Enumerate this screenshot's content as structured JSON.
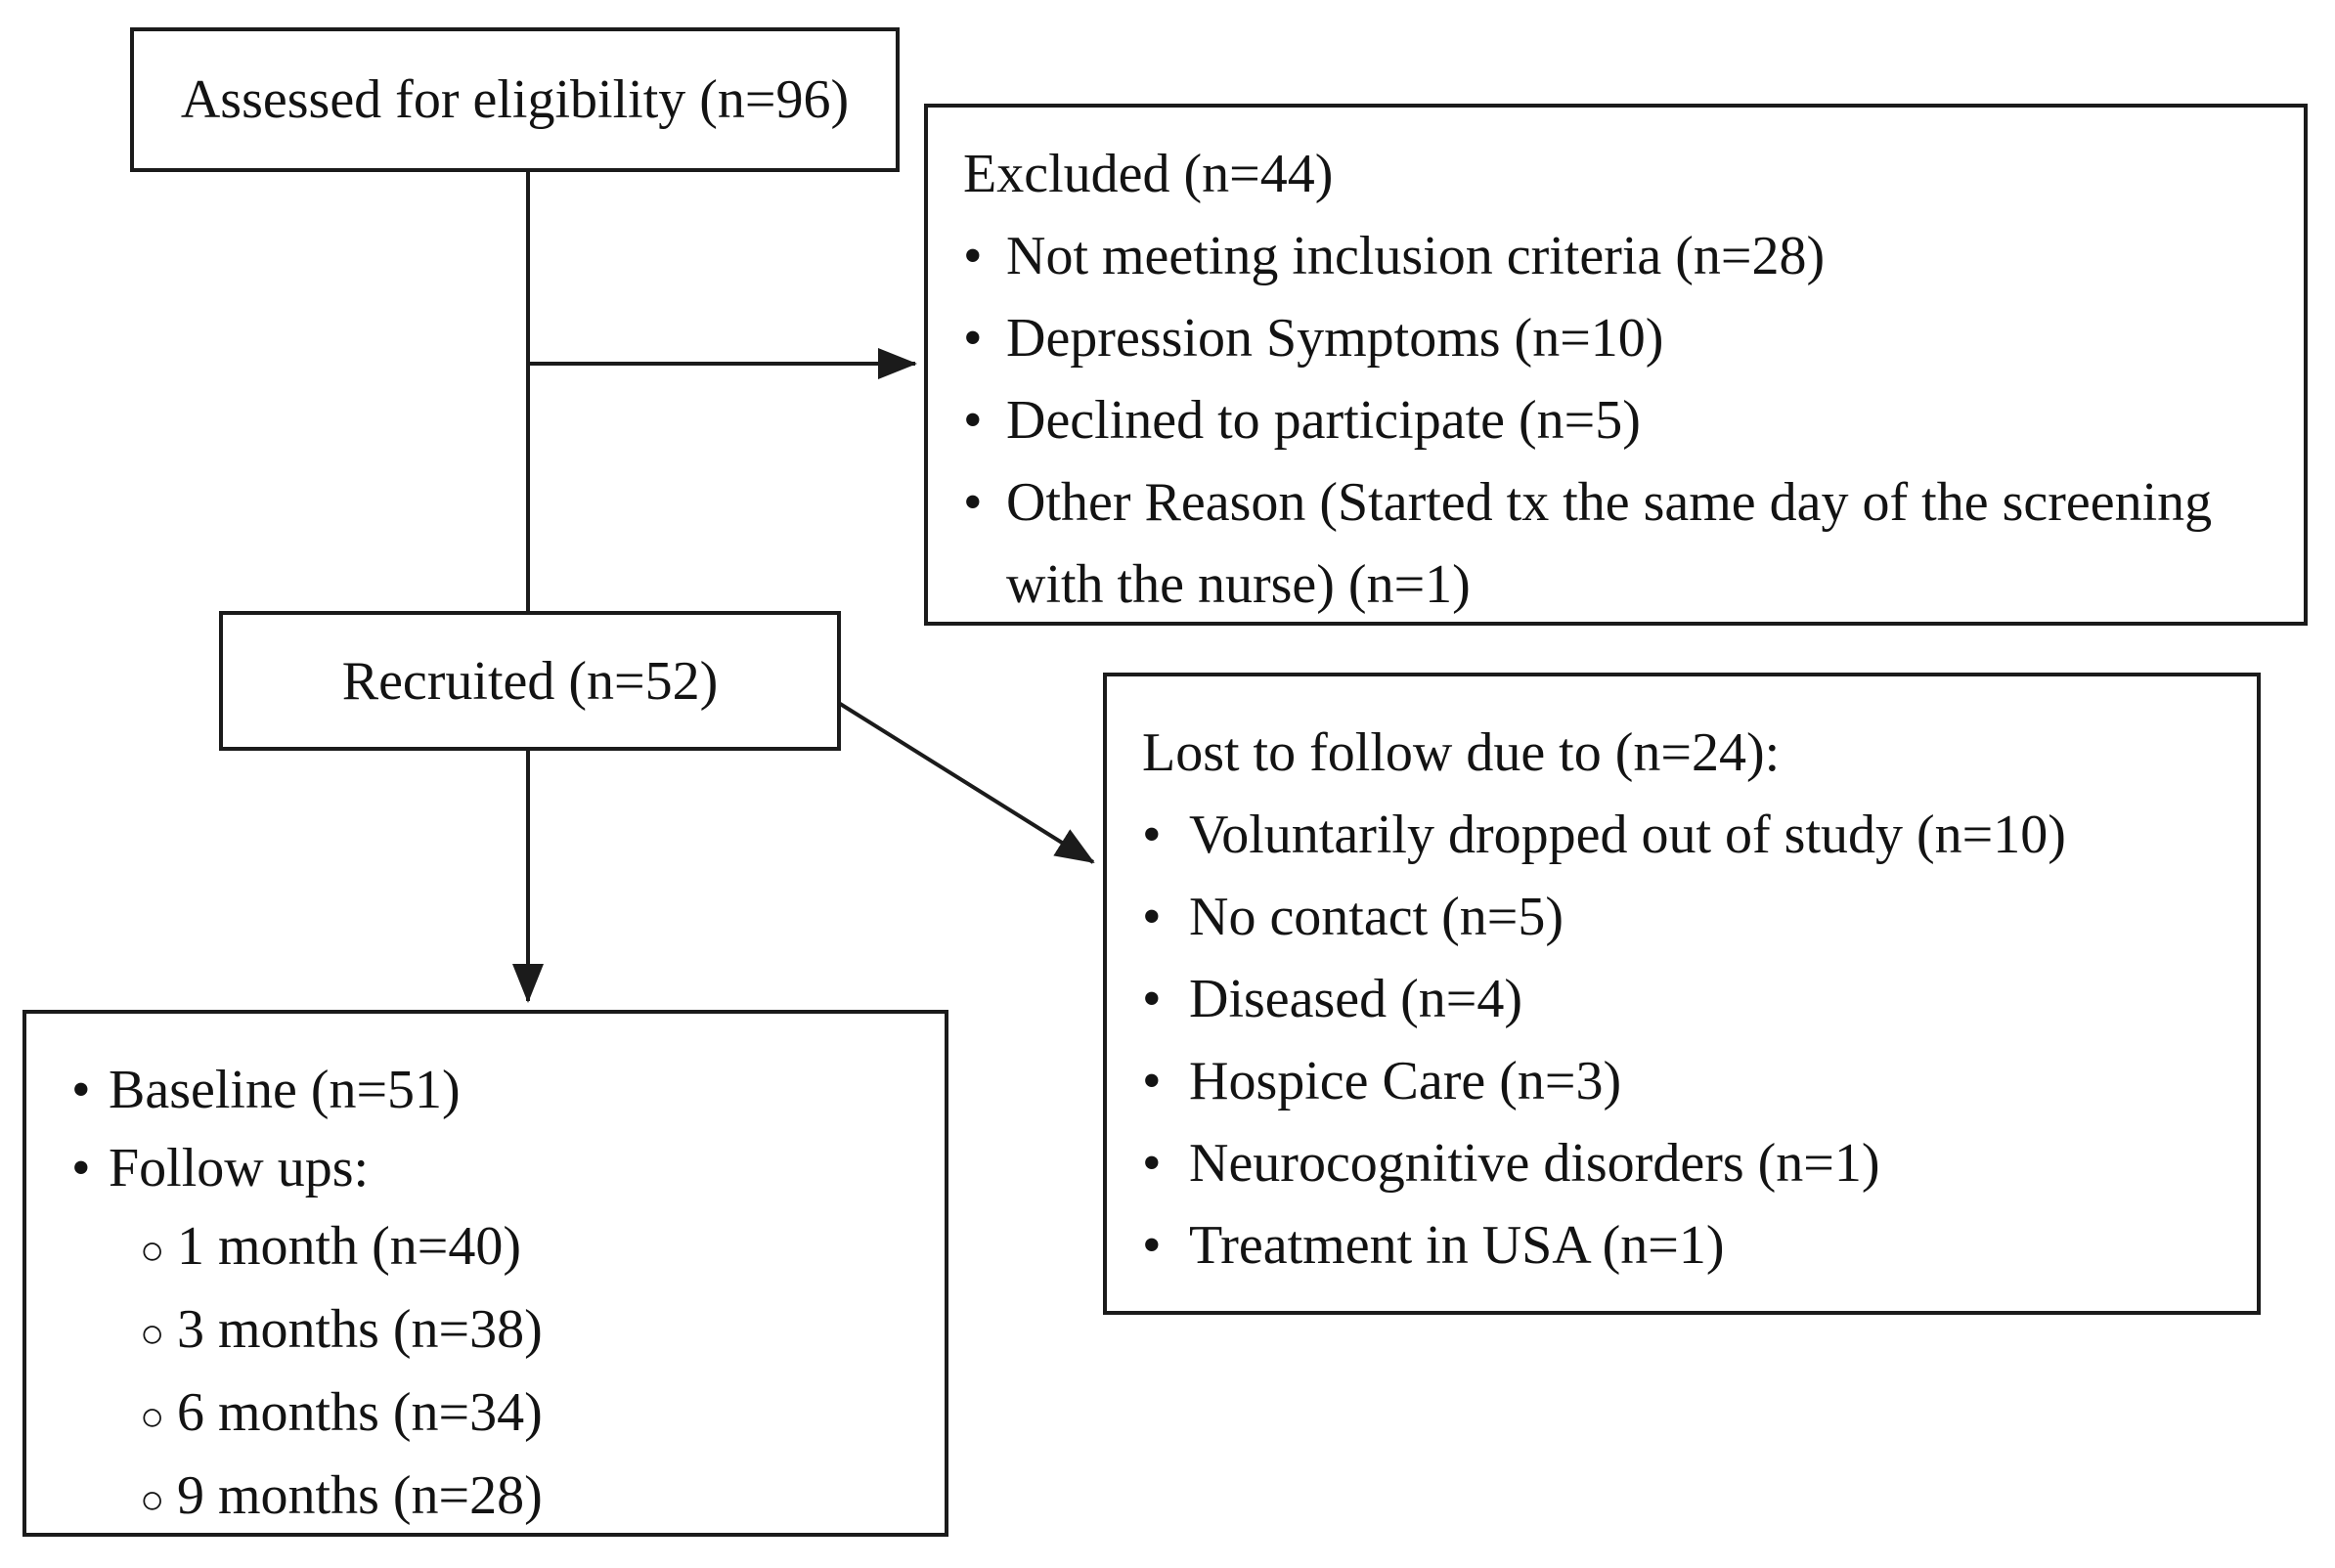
{
  "page": {
    "background": "#ffffff",
    "line_color": "#1b1b1b"
  },
  "glyphs": {
    "bullet": "•",
    "circle": "○"
  },
  "boxes": {
    "assessed": {
      "label": "Assessed for eligibility (n=96)"
    },
    "excluded": {
      "title": "Excluded (n=44)",
      "items": [
        "Not meeting inclusion criteria (n=28)",
        "Depression Symptoms (n=10)",
        "Declined to participate (n=5)",
        "Other Reason (Started tx the same day of the screening with the nurse) (n=1)"
      ]
    },
    "recruited": {
      "label": "Recruited (n=52)"
    },
    "lost": {
      "title": "Lost to follow due to (n=24):",
      "items": [
        "Voluntarily dropped out of study (n=10)",
        "No contact (n=5)",
        "Diseased (n=4)",
        "Hospice Care (n=3)",
        "Neurocognitive disorders (n=1)",
        "Treatment in USA (n=1)"
      ]
    },
    "assessments": {
      "baseline": "Baseline (n=51)",
      "followups_label": "Follow ups:",
      "followups": [
        "1 month (n=40)",
        "3 months (n=38)",
        "6 months (n=34)",
        "9 months (n=28)"
      ]
    }
  }
}
